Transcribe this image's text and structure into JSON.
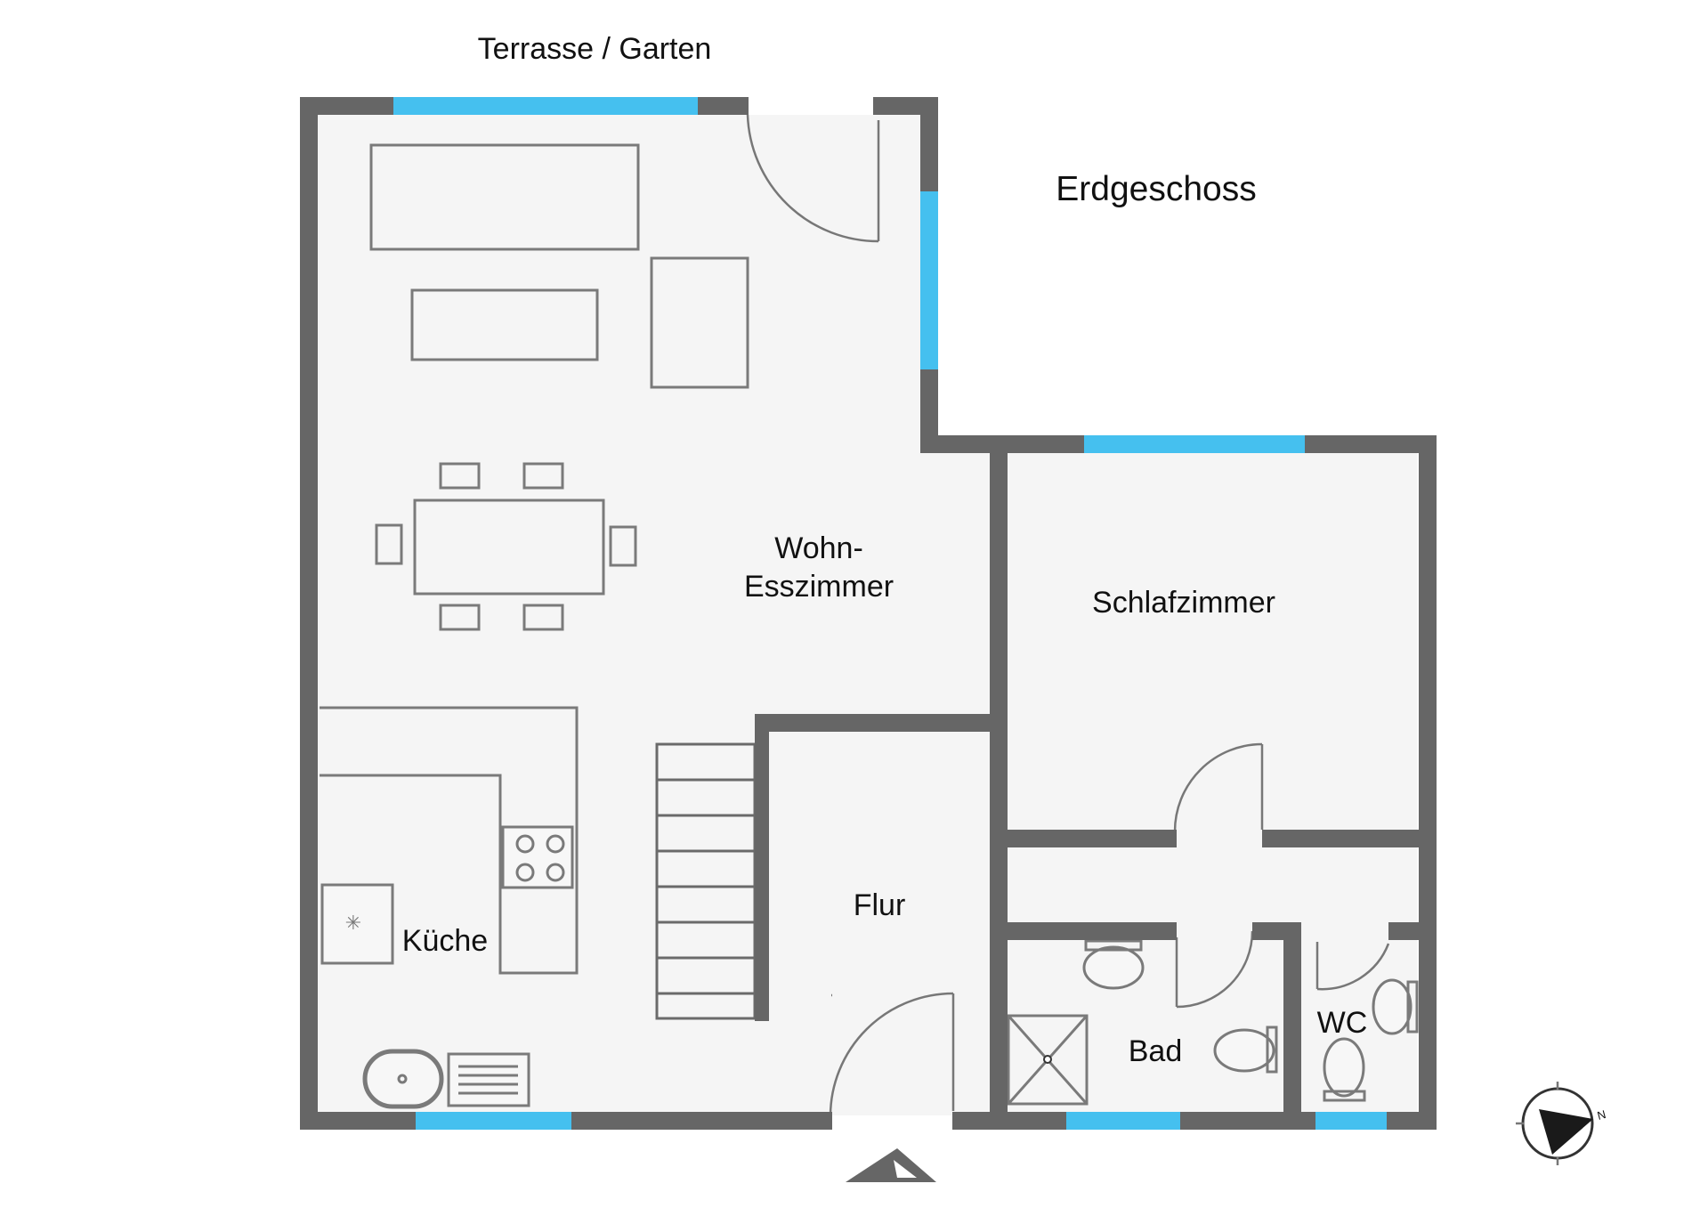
{
  "header": {
    "outside_label": "Terrasse / Garten",
    "floor_title": "Erdgeschoss"
  },
  "rooms": {
    "living_line1": "Wohn-",
    "living_line2": "Esszimmer",
    "bedroom": "Schlafzimmer",
    "kitchen": "Küche",
    "hallway": "Flur",
    "bathroom": "Bad",
    "toilet": "WC"
  },
  "compass": {
    "north_letter": "N"
  },
  "colors": {
    "wall": "#666666",
    "window": "#45c0ef",
    "floor": "#f5f5f5"
  }
}
